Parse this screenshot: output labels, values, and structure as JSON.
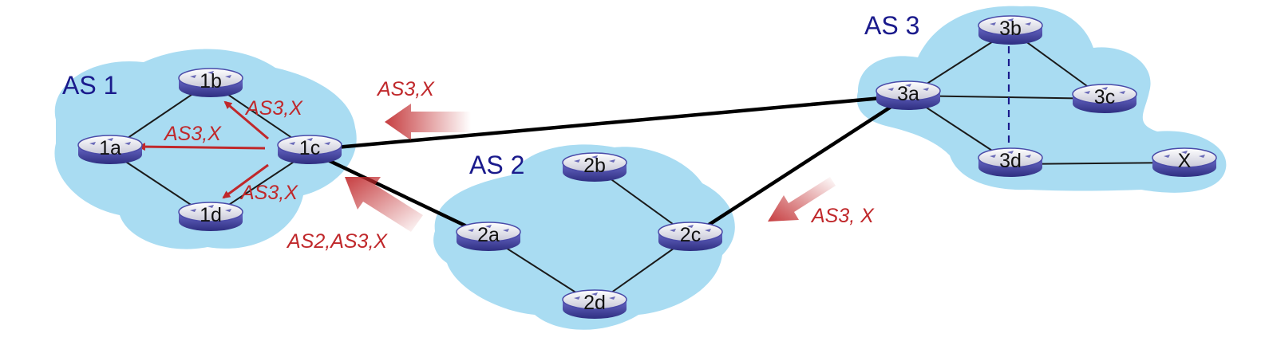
{
  "as_clouds": [
    {
      "label": "AS 1"
    },
    {
      "label": "AS 2"
    },
    {
      "label": "AS 3"
    }
  ],
  "routers": {
    "r1a": "1a",
    "r1b": "1b",
    "r1c": "1c",
    "r1d": "1d",
    "r2a": "2a",
    "r2b": "2b",
    "r2c": "2c",
    "r2d": "2d",
    "r3a": "3a",
    "r3b": "3b",
    "r3c": "3c",
    "r3d": "3d",
    "rX": "X"
  },
  "annotations": {
    "as1_to_1b": "AS3,X",
    "as1_to_1a": "AS3,X",
    "as1_to_1d": "AS3,X",
    "adv_from_3a": "AS3,X",
    "adv_from_2a": "AS2,AS3,X",
    "adv_from_3a_to_2c": "AS3, X"
  },
  "colors": {
    "cloud": "#a9dcf2",
    "as_label": "#1a1a8c",
    "annotation": "#c0282b",
    "router_body": "#5a5ab8"
  }
}
